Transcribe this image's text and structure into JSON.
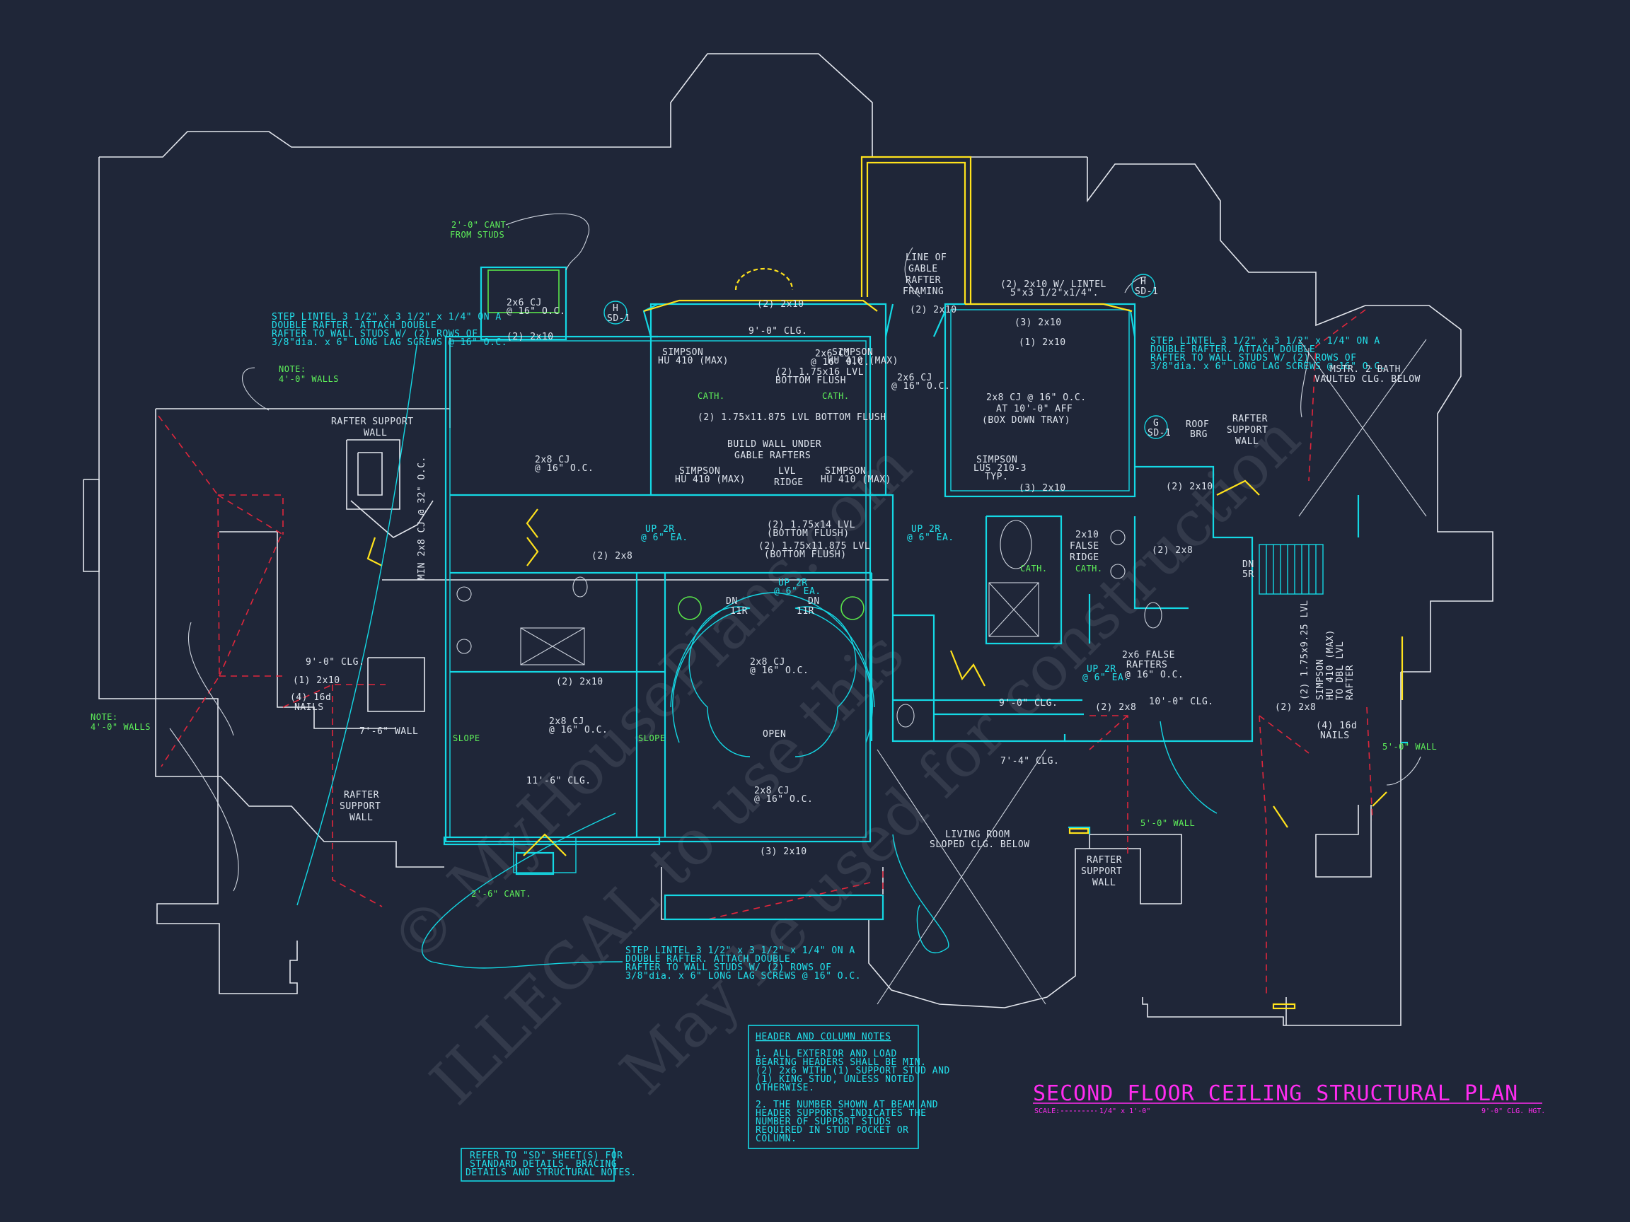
{
  "title": {
    "main": "SECOND FLOOR CEILING STRUCTURAL PLAN",
    "scale_label": "SCALE:",
    "scale_value": "1/4\" x 1'-0\"",
    "ceiling_height": "9'-0\" CLG. HGT."
  },
  "notes_box": {
    "heading": "HEADER AND COLUMN NOTES",
    "lines": [
      "1. ALL EXTERIOR AND LOAD",
      "BEARING HEADERS SHALL BE MIN.",
      "(2) 2x6 WITH (1) SUPPORT STUD AND",
      "(1) KING STUD, UNLESS NOTED",
      "OTHERWISE.",
      "2. THE NUMBER SHOWN AT BEAM AND",
      "HEADER SUPPORTS INDICATES THE",
      "NUMBER OF SUPPORT STUDS",
      "REQUIRED IN STUD POCKET OR",
      "COLUMN."
    ]
  },
  "ref_box": {
    "lines": [
      "REFER TO \"SD\" SHEET(S) FOR",
      "STANDARD DETAILS, BRACING",
      "DETAILS AND STRUCTURAL NOTES."
    ]
  },
  "watermark": [
    "ILLEGAL to use this",
    "May be used for construction",
    "© MyHousePlans.com"
  ],
  "labels": {
    "step_lintel_1": [
      "STEP LINTEL 3 1/2\" x 3 1/2\" x 1/4\" ON A",
      "DOUBLE RAFTER. ATTACH DOUBLE",
      "RAFTER TO WALL STUDS W/ (2) ROWS OF",
      "3/8\"dia. x 6\" LONG LAG SCREWS @ 16\" O.C."
    ],
    "step_lintel_2": [
      "STEP LINTEL 3 1/2\" x 3 1/2\" x 1/4\" ON A",
      "DOUBLE RAFTER. ATTACH DOUBLE",
      "RAFTER TO WALL STUDS W/ (2) ROWS OF",
      "3/8\"dia. x 6\" LONG LAG SCREWS @ 16\" O.C."
    ],
    "step_lintel_3": [
      "STEP LINTEL 3 1/2\" x 3 1/2\" x 1/4\" ON A",
      "DOUBLE RAFTER. ATTACH DOUBLE",
      "RAFTER TO WALL STUDS W/ (2) ROWS OF",
      "3/8\"dia. x 6\" LONG LAG SCREWS @ 16\" O.C."
    ],
    "cant_from_studs": [
      "2'-0\" CANT.",
      "FROM STUDS"
    ],
    "note_4_walls_top": [
      "NOTE:",
      "4'-0\" WALLS"
    ],
    "note_4_walls_left": [
      "NOTE:",
      "4'-0\" WALLS"
    ],
    "rafter_support_top": [
      "RAFTER SUPPORT",
      "WALL"
    ],
    "rafter_support_left": [
      "RAFTER",
      "SUPPORT",
      "WALL"
    ],
    "rafter_support_right": [
      "RAFTER",
      "SUPPORT",
      "WALL"
    ],
    "rafter_support_bottom": [
      "RAFTER",
      "SUPPORT",
      "WALL"
    ],
    "line_of_gable": [
      "LINE OF",
      "GABLE",
      "RAFTER",
      "FRAMING"
    ],
    "mstr_bath": [
      "MSTR. 2 BATH",
      "VAULTED CLG. BELOW"
    ],
    "roof_brg": [
      "ROOF",
      "BRG"
    ],
    "box_down_tray": [
      "2x8 CJ @ 16\" O.C.",
      "AT 10'-0\" AFF",
      "(BOX DOWN TRAY)"
    ],
    "build_wall": [
      "BUILD WALL UNDER",
      "GABLE RAFTERS"
    ],
    "lvl_ridge": [
      "LVL",
      "RIDGE"
    ],
    "false_ridge": [
      "2x10",
      "FALSE",
      "RIDGE"
    ],
    "false_rafters": [
      "2x6 FALSE",
      "RAFTERS",
      "@ 16\" O.C."
    ],
    "living_room": [
      "LIVING ROOM",
      "SLOPED CLG. BELOW"
    ],
    "open": "OPEN",
    "simpson_lus": [
      "SIMPSON",
      "LUS 210-3",
      "TYP."
    ],
    "lintel_2x10": [
      "(2) 2x10 W/ LINTEL",
      "5\"x3 1/2\"x1/4\"."
    ],
    "clg_9_top": "9'-0\" CLG.",
    "clg_9_left": "9'-0\" CLG.",
    "clg_9_mid": "9'-0\" CLG.",
    "clg_10": "10'-0\" CLG.",
    "clg_11_6": "11'-6\" CLG.",
    "clg_7_6": "7'-6\" WALL",
    "clg_7_4": "7'-4\" CLG.",
    "wall_5_0_right": "5'-0\" WALL",
    "wall_5_0_bottom": "5'-0\" WALL",
    "cant_2_6": "2'-6\" CANT.",
    "cath": "CATH.",
    "slope": "SLOPE",
    "lvl_bottom_1": "(2) 1.75x16 LVL",
    "lvl_bottom_1b": "BOTTOM FLUSH",
    "lvl_bottom_2": "(2) 1.75x11.875 LVL BOTTOM FLUSH",
    "lvl_bottom_3": "(2) 1.75x14 LVL",
    "lvl_bottom_3b": "(BOTTOM FLUSH)",
    "lvl_bottom_4": "(2) 1.75x11.875 LVL",
    "lvl_bottom_4b": "(BOTTOM FLUSH)",
    "nails": [
      "(4) 16d",
      "NAILS"
    ],
    "nails_left": [
      "(1) 2x10",
      "(4) 16d",
      "NAILS"
    ],
    "header_2x10": "(2) 2x10",
    "header_3x10": "(3) 2x10",
    "header_1x10": "(1) 2x10",
    "header_2x8": "(2) 2x8",
    "up_2r": [
      "UP 2R",
      "@ 6\" EA."
    ],
    "dn_11r": [
      "DN",
      "11R"
    ],
    "dn_5r": [
      "DN",
      "5R"
    ],
    "min_2x8": "MIN 2x8 CJ @ 32\" O.C.",
    "cj_2x8": [
      "2x8 CJ",
      "@ 16\" O.C."
    ],
    "cj_2x6": [
      "2x6 CJ",
      "@ 16\" O.C."
    ],
    "simpson_hu": [
      "SIMPSON",
      "HU 410 (MAX)"
    ],
    "detail_h": [
      "H",
      "SD-1"
    ],
    "detail_g": [
      "G",
      "SD-1"
    ],
    "simpson_rafter": [
      "SIMPSON",
      "HU 410 (MAX)",
      "TO DBL LVL",
      "RAFTER"
    ],
    "lvl_rafter": "(2) 1.75x9.25 LVL"
  }
}
